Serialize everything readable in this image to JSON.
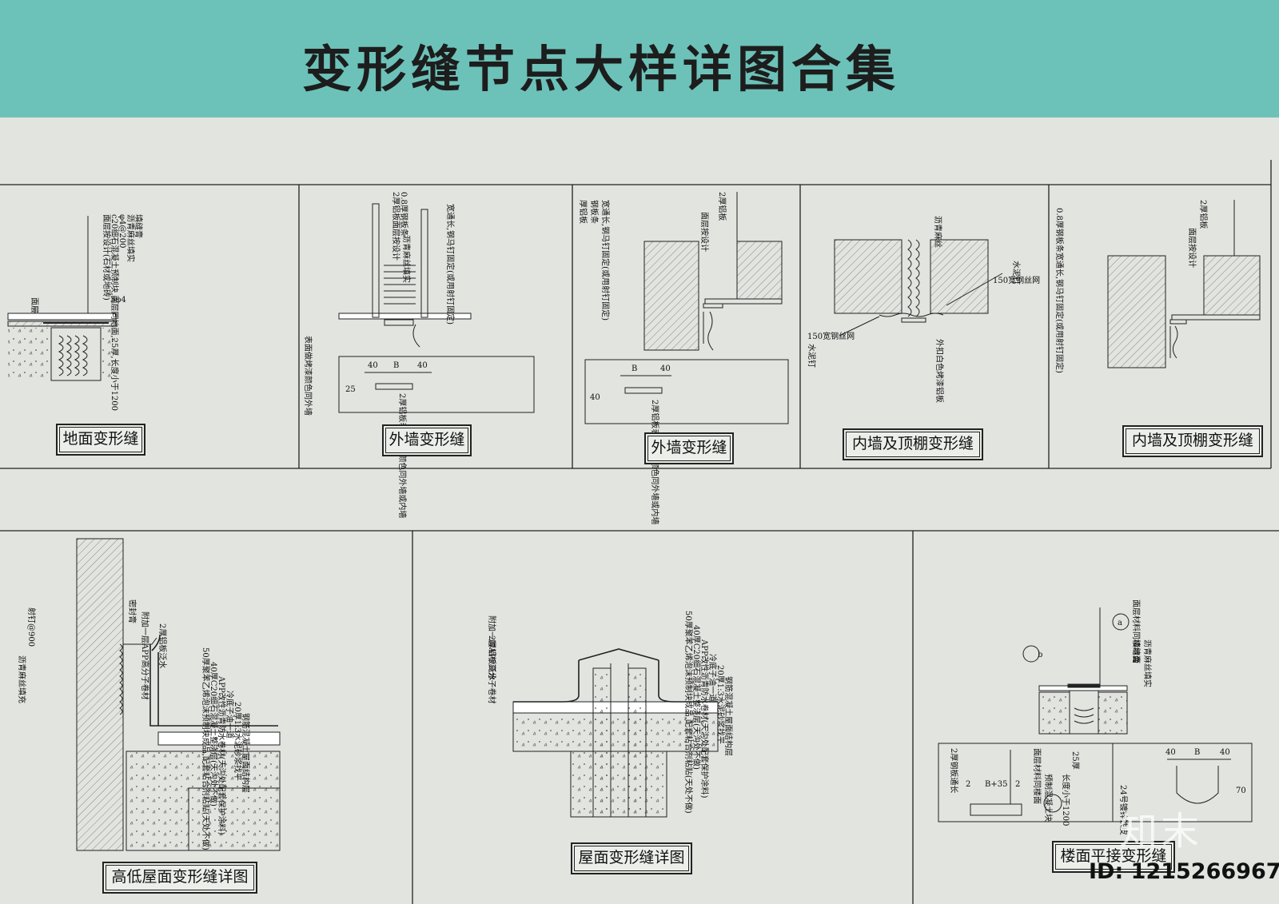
{
  "title": "变形缝节点大样详图合集",
  "captions": {
    "ground": "地面变形缝",
    "wall1": "外墙变形缝",
    "wall2": "外墙变形缝",
    "inner1": "内墙及顶棚变形缝",
    "inner2": "内墙及顶棚变形缝",
    "highlow": "高低屋面变形缝详图",
    "roof": "屋面变形缝详图",
    "floor": "楼面平接变形缝"
  },
  "labels": {
    "g_layers": [
      "面层按设计(石材或地砖)",
      "c20细石混凝土预制块,面层同地面,25厚,长度小于1200",
      "φ4@200",
      "沥青麻丝填实",
      "填缝膏"
    ],
    "g_3o4": "3φ4",
    "g_layer_face": "面层",
    "w1_top": [
      "2厚铝板",
      "0.8厚钢板条"
    ],
    "w1_side": "宽通长,钢马钉固定(或用射钉固定)",
    "w1_mid": [
      "面层按设计",
      "沥青麻丝填实"
    ],
    "w1_bottom": "表面做烤漆颜色同外墙",
    "w1_dims": [
      "40",
      "B",
      "40"
    ],
    "w1_25": "25",
    "w1_box": "2厚铝板表面烤漆颜色同外墙或内墙",
    "w2_top": [
      "厚铝板",
      "钢板条",
      "宽通长,钢马钉固定(或用射钉固定)",
      "2厚铝板",
      "面层按设计"
    ],
    "w2_dims": [
      "B",
      "40"
    ],
    "w2_40": "40",
    "w2_box": "2厚铝板表面烤漆颜色同外墙或内墙",
    "i1_top": "沥青麻丝",
    "i1_r": [
      "水泥钉",
      "150宽钢丝网"
    ],
    "i1_l": [
      "150宽钢丝网",
      "水泥钉"
    ],
    "i1_b": "外扣白色烤漆铝板",
    "i2_top": [
      "0.8厚钢板条宽通长,钢马钉固定(或用射钉固定)",
      "2厚铝板",
      "面层按设计"
    ],
    "h_left": [
      "射钉@900",
      "沥青麻丝填充"
    ],
    "h_top": [
      "密封膏",
      "附加一层APP高分子卷材",
      "2厚铝板泛水"
    ],
    "h_layers": [
      "50厚聚苯乙烯泡沫预制块成品,配套粘合剂粘贴(天处不做)",
      "40厚C20细石混凝土整浇层(天沟处不做)",
      "APP改性沥青防水卷材(天沟处配套保护涂料)",
      "冷底子油一道",
      "20厚1:3水泥砂浆找平",
      "钢筋混凝土屋面结构层"
    ],
    "r_left": [
      "附加一层APP高分子卷材",
      "2厚铝板泛水"
    ],
    "r_layers": [
      "50厚聚苯乙烯泡沫预制块成品,配套粘合剂粘贴(天处不做)",
      "40厚C20细石混凝土整浇层(天沟处不做)",
      "APP改性沥青防水卷材(天沟处配套保护涂料)",
      "冷底子油一道",
      "20厚1:3水泥砂浆找平",
      "钢筋混凝土屋面结构层"
    ],
    "f_right": [
      "面层材料同楼地面",
      "填缝膏",
      "沥青麻丝填实"
    ],
    "f_b": "b",
    "f_a": "a",
    "f_box1": [
      "2厚钢板通长",
      "面层材料同楼面",
      "长度小于1200",
      "预制混凝土块",
      "25厚"
    ],
    "f_b35": "B+35",
    "f_2a": "2",
    "f_2b": "2",
    "f_dims": [
      "40",
      "B",
      "40"
    ],
    "f_24": "24号镀锌铁皮",
    "f_70": "70"
  },
  "footer": {
    "id": "ID: 1215266967",
    "logo": "知末"
  }
}
